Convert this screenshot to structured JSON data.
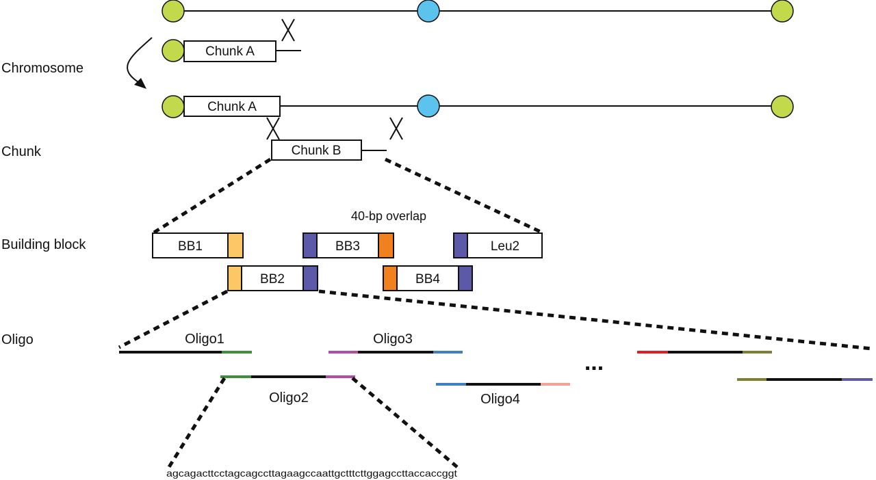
{
  "colors": {
    "telomere": "#c2d94b",
    "centromere": "#5bc3ee",
    "yellow": "#fcc866",
    "orange": "#f1801e",
    "purple": "#5b59a8",
    "green": "#3f8f3a",
    "magenta": "#b14da4",
    "blue": "#3f7fc3",
    "salmon": "#f3a294",
    "red": "#e11e26",
    "olive": "#7e7f32",
    "black": "#111111"
  },
  "labels": {
    "chromosome": "Chromosome",
    "chunk": "Chunk",
    "building_block": "Building block",
    "oligo": "Oligo"
  },
  "chunks": {
    "chunk_a": "Chunk A",
    "chunk_b": "Chunk B"
  },
  "blocks": {
    "bb1": "BB1",
    "bb2": "BB2",
    "bb3": "BB3",
    "bb4": "BB4",
    "leu2": "Leu2",
    "overlap": "40-bp overlap"
  },
  "oligos": {
    "oligo1": "Oligo1",
    "oligo2": "Oligo2",
    "oligo3": "Oligo3",
    "oligo4": "Oligo4",
    "ellipsis": "..."
  },
  "sequence": "agcagacttcctagcagccttagaagccaattgctttcttggagccttaccaccggt"
}
